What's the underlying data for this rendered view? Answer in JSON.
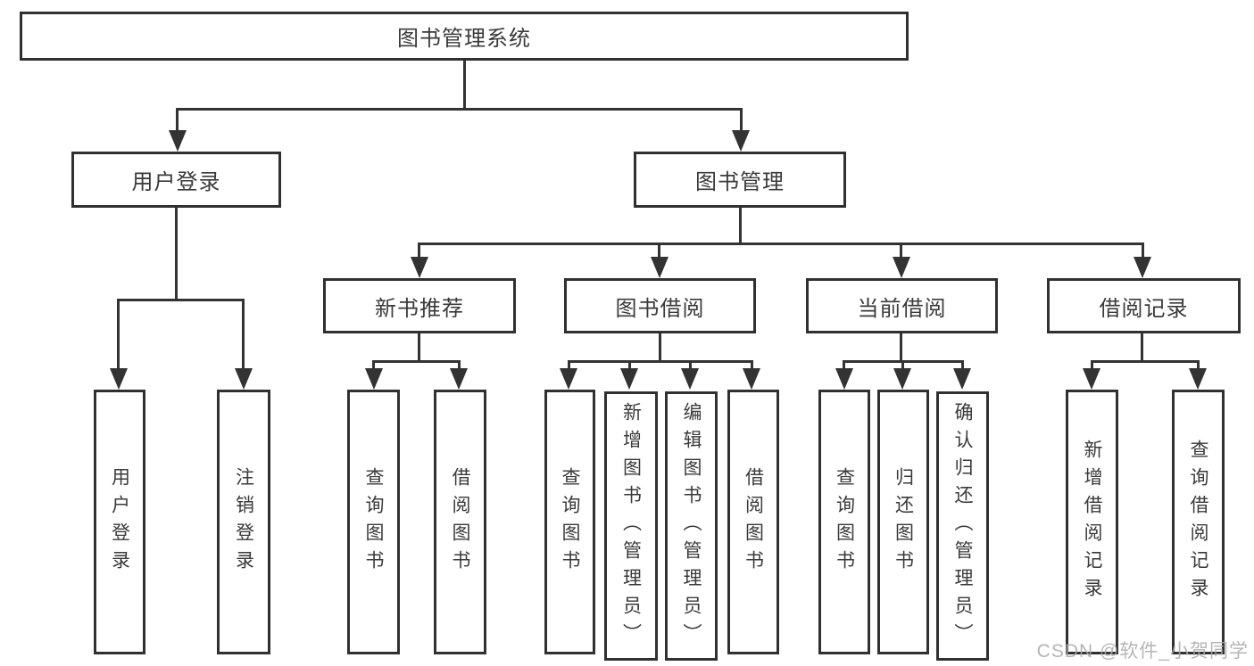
{
  "diagram": {
    "root": {
      "label": "图书管理系统"
    },
    "level2": [
      {
        "label": "用户登录",
        "children": [
          {
            "label": "用户登录"
          },
          {
            "label": "注销登录"
          }
        ]
      },
      {
        "label": "图书管理",
        "children": [
          {
            "label": "新书推荐",
            "children": [
              {
                "label": "查询图书"
              },
              {
                "label": "借阅图书"
              }
            ]
          },
          {
            "label": "图书借阅",
            "children": [
              {
                "label": "查询图书"
              },
              {
                "label": "新增图书（管理员）"
              },
              {
                "label": "编辑图书（管理员）"
              },
              {
                "label": "借阅图书"
              }
            ]
          },
          {
            "label": "当前借阅",
            "children": [
              {
                "label": "查询图书"
              },
              {
                "label": "归还图书"
              },
              {
                "label": "确认归还（管理员）"
              }
            ]
          },
          {
            "label": "借阅记录",
            "children": [
              {
                "label": "新增借阅记录"
              },
              {
                "label": "查询借阅记录"
              }
            ]
          }
        ]
      }
    ],
    "colors": {
      "line": "#333333",
      "border": "#303030",
      "text": "#3a3a3a",
      "watermark": "#a9a9a9",
      "background": "#ffffff"
    }
  },
  "watermark": {
    "text": "CSDN @软件_小贺同学"
  }
}
